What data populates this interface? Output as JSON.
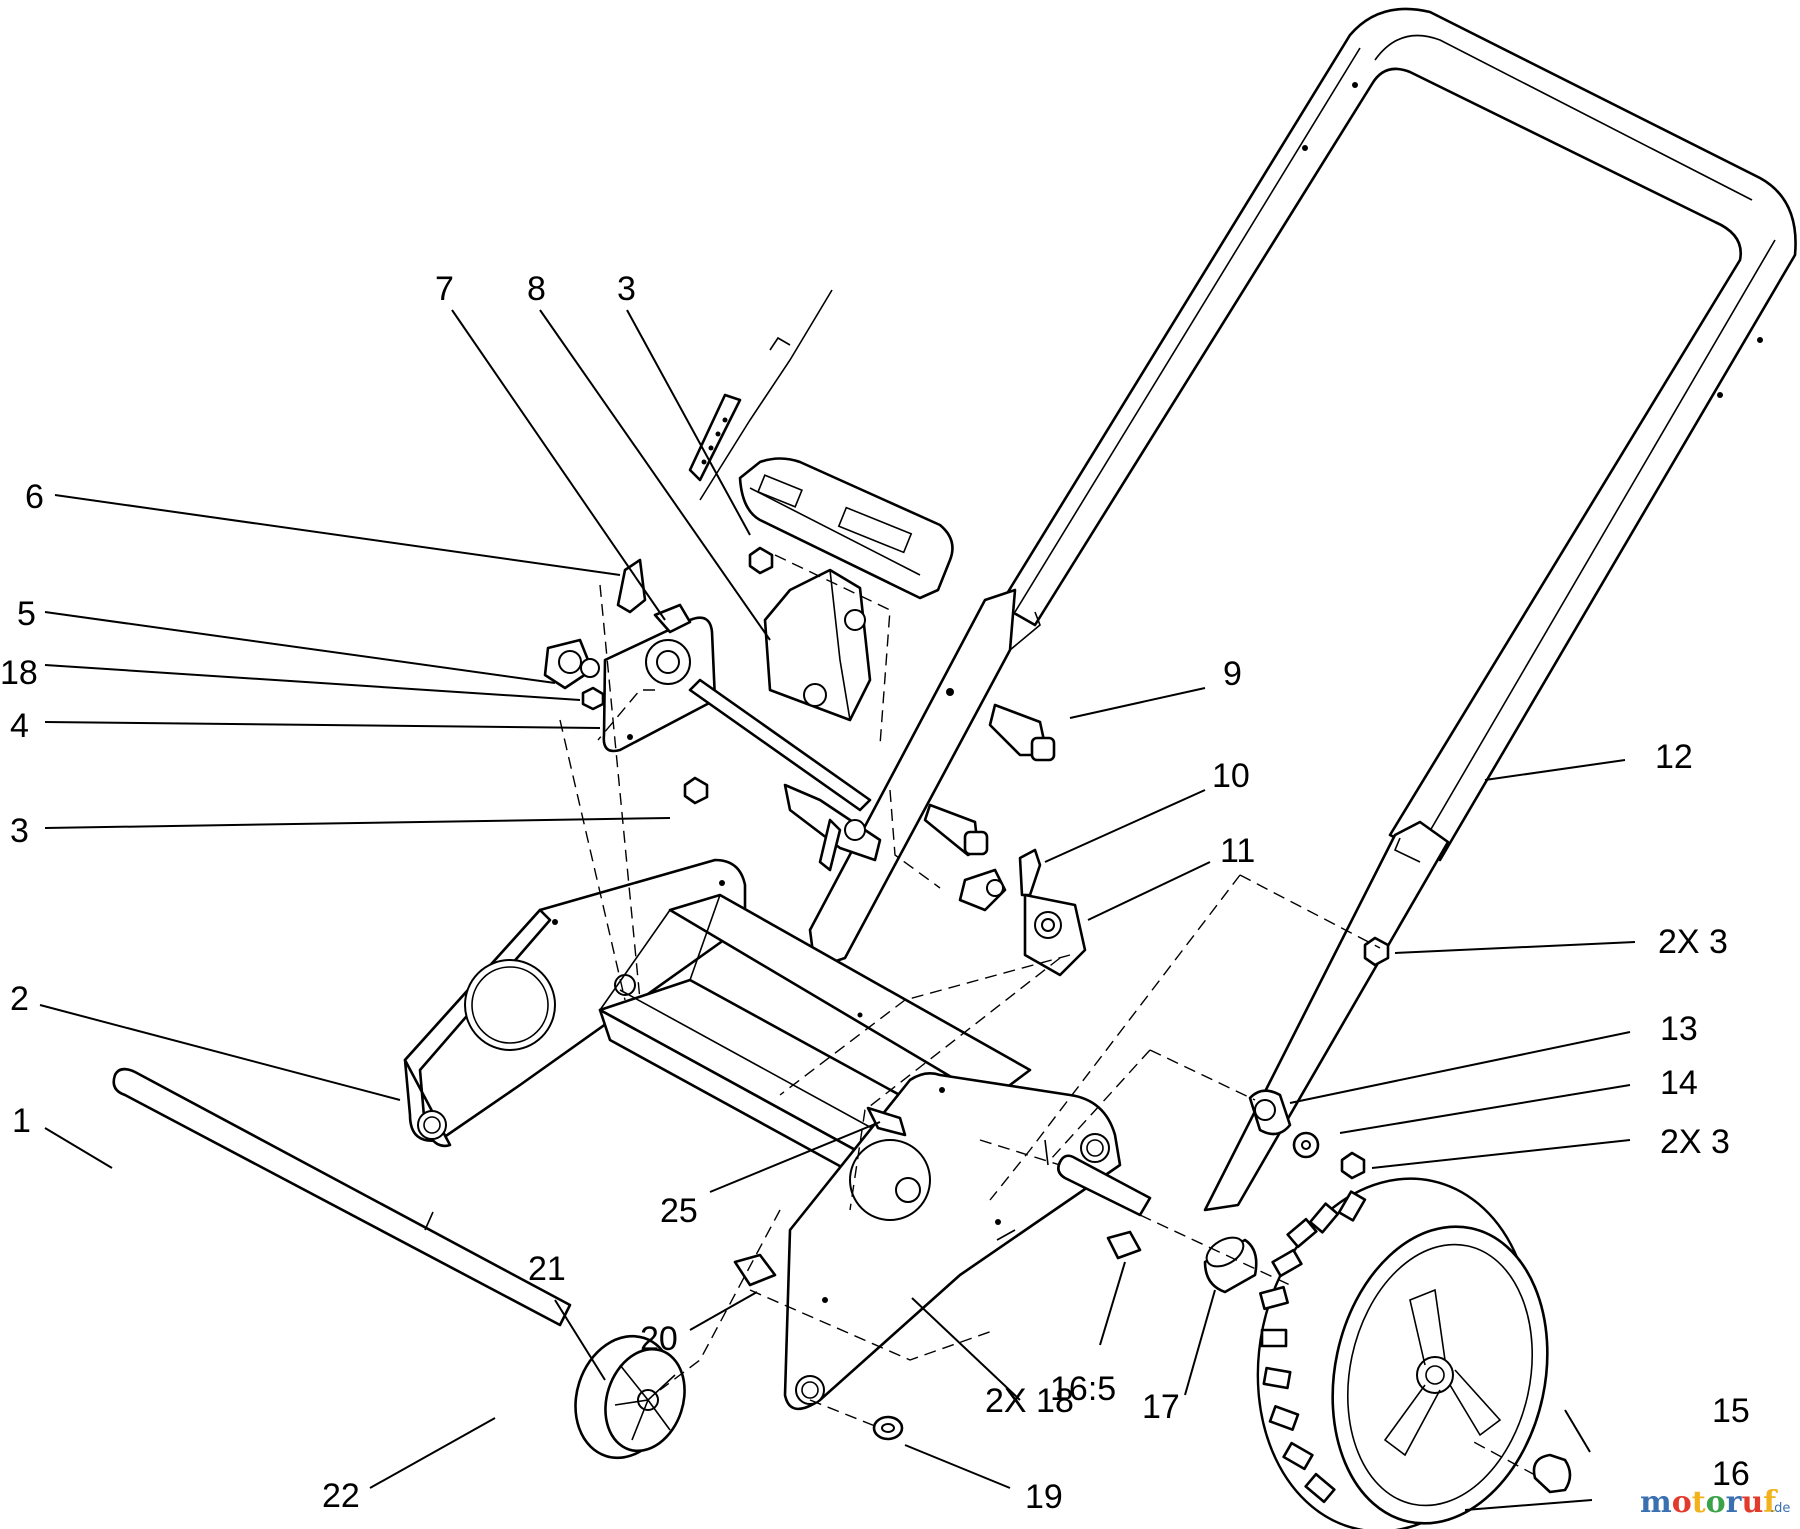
{
  "diagram": {
    "callouts": [
      {
        "id": "c1",
        "text": "1"
      },
      {
        "id": "c2",
        "text": "2"
      },
      {
        "id": "c3a",
        "text": "3"
      },
      {
        "id": "c3b",
        "text": "3"
      },
      {
        "id": "c4",
        "text": "4"
      },
      {
        "id": "c5",
        "text": "5"
      },
      {
        "id": "c6",
        "text": "6"
      },
      {
        "id": "c7",
        "text": "7"
      },
      {
        "id": "c8",
        "text": "8"
      },
      {
        "id": "c9",
        "text": "9"
      },
      {
        "id": "c10",
        "text": "10"
      },
      {
        "id": "c11",
        "text": "11"
      },
      {
        "id": "c12",
        "text": "12"
      },
      {
        "id": "c13",
        "text": "13"
      },
      {
        "id": "c14",
        "text": "14"
      },
      {
        "id": "c15",
        "text": "15"
      },
      {
        "id": "c16",
        "text": "16"
      },
      {
        "id": "c16b",
        "text": "16:5"
      },
      {
        "id": "c17",
        "text": "17"
      },
      {
        "id": "c18",
        "text": "18"
      },
      {
        "id": "c18b",
        "text": "2X 18"
      },
      {
        "id": "c19",
        "text": "19"
      },
      {
        "id": "c20",
        "text": "20"
      },
      {
        "id": "c21",
        "text": "21"
      },
      {
        "id": "c22",
        "text": "22"
      },
      {
        "id": "c25",
        "text": "25"
      },
      {
        "id": "c2x3a",
        "text": "2X 3"
      },
      {
        "id": "c2x3b",
        "text": "2X 3"
      }
    ]
  },
  "watermark": {
    "brand_main": "motoruf",
    "brand_suffix": ".de",
    "colors": {
      "m": "#3a6fb0",
      "o": "#e23b2e",
      "t": "#f2b21b",
      "o2": "#3aa34a",
      "r": "#3a6fb0",
      "u": "#e23b2e",
      "f": "#f2b21b"
    }
  }
}
